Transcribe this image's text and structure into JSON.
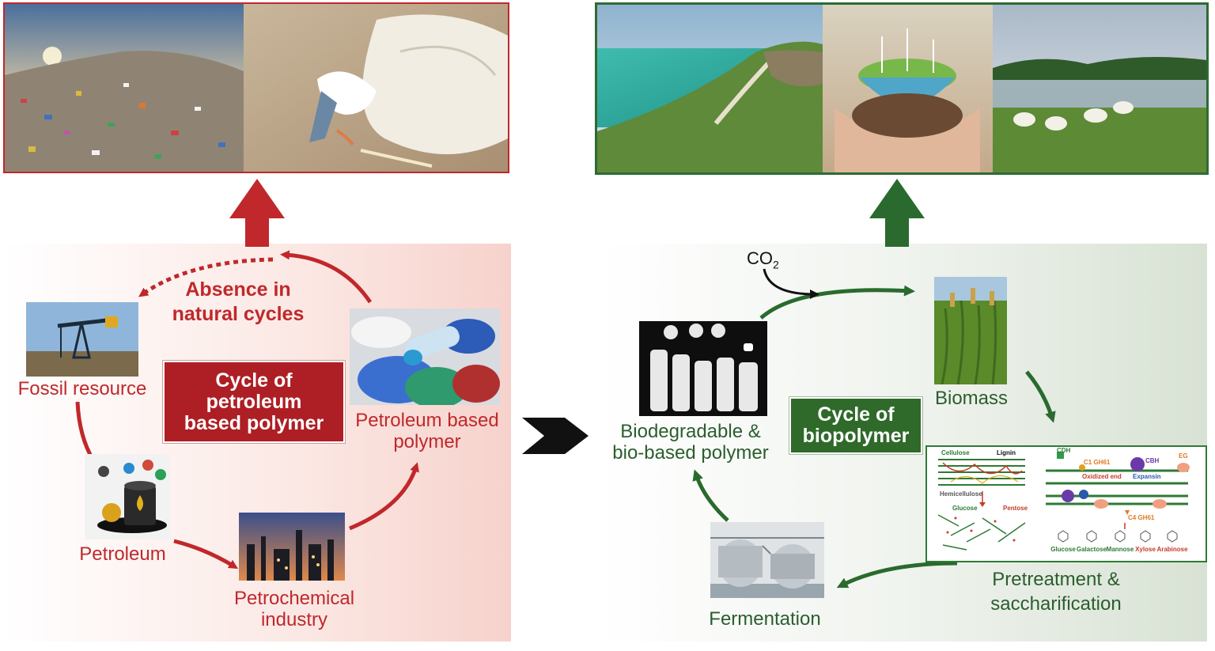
{
  "left_cycle": {
    "title": "Cycle of\npetroleum\nbased polymer",
    "absence_label": "Absence in\nnatural cycles",
    "nodes": {
      "fossil": "Fossil resource",
      "petroleum": "Petroleum",
      "petrochemical": "Petrochemical\nindustry",
      "polymer": "Petroleum based\npolymer"
    }
  },
  "right_cycle": {
    "title": "Cycle of\nbiopolymer",
    "co2": "CO",
    "co2_sub": "2",
    "nodes": {
      "biodegradable": "Biodegradable &\nbio-based polymer",
      "biomass": "Biomass",
      "pretreatment": "Pretreatment &\nsaccharification",
      "fermentation": "Fermentation"
    }
  },
  "pretreatment_figure": {
    "cellulose": "Cellulose",
    "lignin": "Lignin",
    "hemicellulose": "Hemicellulose",
    "glucose": "Glucose",
    "pentose": "Pentose",
    "cdh": "CDH",
    "gh61_top": "C1 GH61",
    "gh61_bottom": "C4 GH61",
    "oxidized_end": "Oxidized end",
    "cbh": "CBH",
    "expansin": "Expansin",
    "eg": "EG",
    "sugars": [
      "Glucose",
      "Galactose",
      "Mannose",
      "Xylose",
      "Arabinose"
    ]
  },
  "colors": {
    "red": "#c0282b",
    "dark_red": "#ad1f24",
    "green": "#2a5e2e",
    "dark_green": "#2f6a2a",
    "black_arrow": "#111111"
  },
  "icons": {
    "left_up_arrow": "up-arrow-icon",
    "right_up_arrow": "up-arrow-icon",
    "transition_arrow": "chevron-right-icon"
  }
}
